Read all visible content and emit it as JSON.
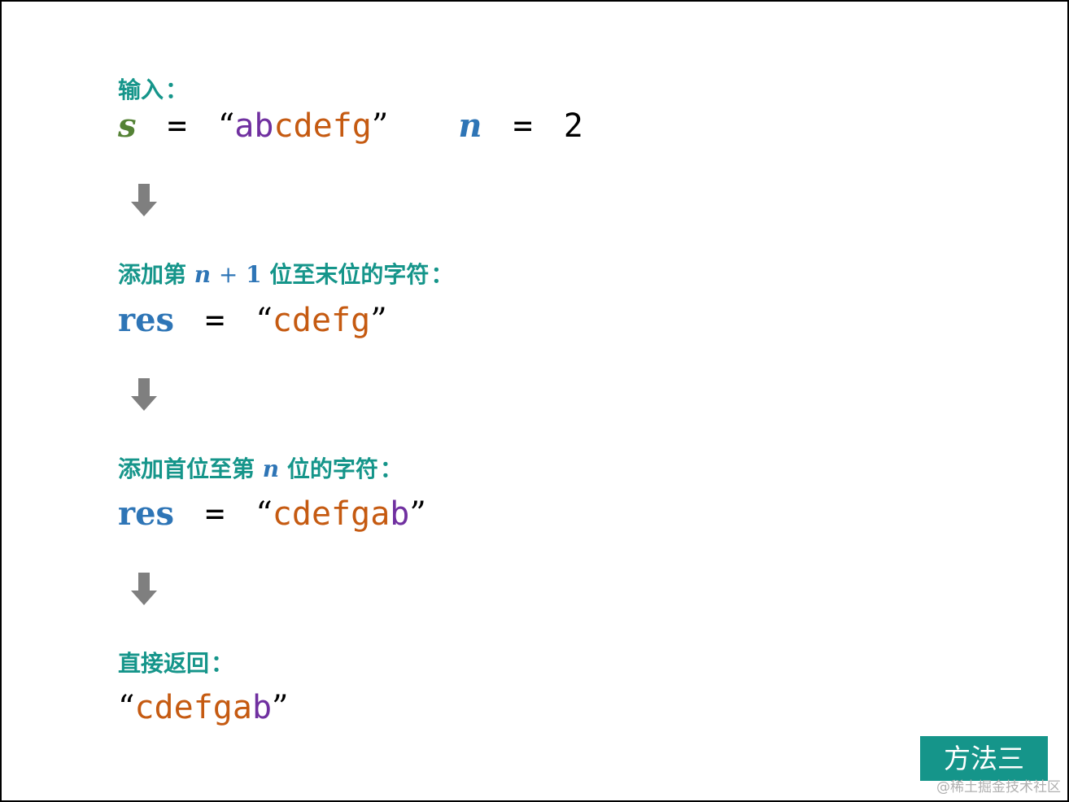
{
  "step1": {
    "heading": "输入",
    "colon": "：",
    "s_var": "s",
    "eq": "=",
    "open_quote": "“",
    "s_value_a": "a",
    "s_value_b": "b",
    "s_value_rest": "cdefg",
    "close_quote": "”",
    "n_var": "n",
    "n_eq": "=",
    "n_value": "2"
  },
  "step2": {
    "heading_pre": "添加第",
    "math_n": "n",
    "math_plus": "+",
    "math_one": "1",
    "heading_post": "位至末位的字符",
    "colon": "：",
    "res_var": "res",
    "eq": "=",
    "open_quote": "“",
    "value": "cdefg",
    "close_quote": "”"
  },
  "step3": {
    "heading_pre": "添加首位至第",
    "math_n": "n",
    "heading_post": "位的字符",
    "colon": "：",
    "res_var": "res",
    "eq": "=",
    "open_quote": "“",
    "value_orange": "cdefga",
    "value_purple": "b",
    "close_quote": "”"
  },
  "step4": {
    "heading": "直接返回",
    "colon": "：",
    "open_quote": "“",
    "value_orange": "cdefga",
    "value_purple": "b",
    "close_quote": "”"
  },
  "badge": {
    "label": "方法三"
  },
  "watermark": {
    "text": "@稀土掘金技术社区"
  },
  "colors": {
    "heading_teal": "#15958a",
    "var_blue": "#2e75b6",
    "var_green": "#548235",
    "char_purple": "#7030a0",
    "char_orange": "#c55a11",
    "arrow_gray": "#7f7f7f"
  },
  "icons": {
    "flow_arrow": "down-arrow-icon"
  }
}
